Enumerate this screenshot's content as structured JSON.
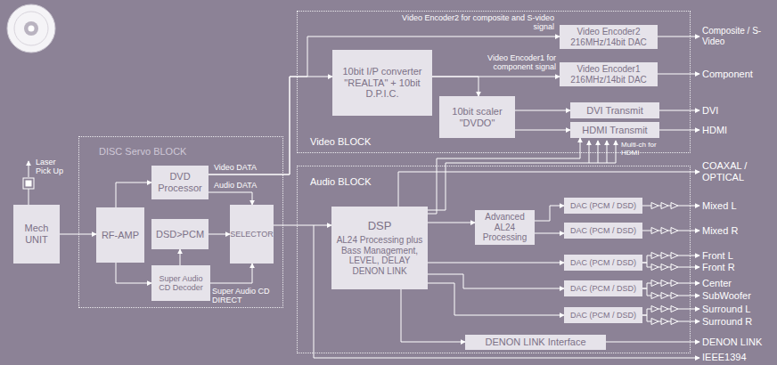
{
  "diagram": {
    "nodes": [
      {
        "text": [
          "DISC Servo BLOCK"
        ]
      },
      {
        "text": [
          "Video BLOCK"
        ]
      },
      {
        "text": [
          "Audio BLOCK"
        ]
      },
      {
        "text": [
          "Mech UNIT"
        ]
      },
      {
        "text": [
          "RF-AMP"
        ],
        "in": 0
      },
      {
        "text": [
          "DVD Processor"
        ],
        "in": 0
      },
      {
        "text": [
          "DSD>PCM"
        ],
        "in": 0
      },
      {
        "text": [
          "Super Audio CD Decoder"
        ],
        "in": 0
      },
      {
        "text": [
          "SELECTOR"
        ],
        "in": 0
      },
      {
        "text": [
          "10bit I/P converter \"REALTA\" + 10bit D.P.I.C."
        ],
        "in": 1
      },
      {
        "text": [
          "Video Encoder2 216MHz/14bit DAC"
        ],
        "in": 1
      },
      {
        "text": [
          "Video Encoder1 216MHz/14bit DAC"
        ],
        "in": 1
      },
      {
        "text": [
          "10bit scaler \"DVDO\""
        ],
        "in": 1
      },
      {
        "text": [
          "DVI Transmit"
        ],
        "in": 1
      },
      {
        "text": [
          "HDMI Transmit"
        ],
        "in": 1
      },
      {
        "text": [
          "DSP",
          "AL24 Processing plus Bass Management, LEVEL, DELAY DENON LINK"
        ],
        "in": 2
      },
      {
        "text": [
          "Advanced AL24 Processing"
        ],
        "in": 2
      },
      {
        "text": [
          "DAC (PCM / DSD)"
        ],
        "in": 2
      },
      {
        "text": [
          "DAC (PCM / DSD)"
        ],
        "in": 2
      },
      {
        "text": [
          "DAC (PCM / DSD)"
        ],
        "in": 2
      },
      {
        "text": [
          "DAC (PCM / DSD)"
        ],
        "in": 2
      },
      {
        "text": [
          "DAC (PCM / DSD)"
        ],
        "in": 2
      },
      {
        "text": [
          "DENON LINK Interface"
        ],
        "in": 2
      }
    ],
    "edges": [
      {
        "from": 3,
        "to": 4,
        "arrow": "to"
      },
      {
        "from": 4,
        "to": 5,
        "arrow": "to"
      },
      {
        "from": 4,
        "to": 7,
        "arrow": "to"
      },
      {
        "from": 7,
        "to": 6,
        "arrow": "to"
      },
      {
        "from": 6,
        "to": 8,
        "arrow": "to"
      },
      {
        "from": 5,
        "to": 8,
        "label": "Audio DATA",
        "arrow": "to"
      },
      {
        "from": 7,
        "to": 8,
        "label": "Super Audio CD DIRECT",
        "arrow": "to"
      },
      {
        "from": 5,
        "to": 9,
        "label": "Video DATA",
        "arrow": "to"
      },
      {
        "from": 5,
        "to": 10,
        "label": "Video Encoder2 for composite and S-video signal",
        "arrow": "to"
      },
      {
        "from": 9,
        "to": 11,
        "label": "Video Encoder1 for component signal",
        "arrow": "to"
      },
      {
        "from": 9,
        "to": 12,
        "arrow": "to"
      },
      {
        "from": 12,
        "to": 13,
        "arrow": "to"
      },
      {
        "from": 12,
        "to": 14,
        "arrow": "to"
      },
      {
        "from": 8,
        "to": 15,
        "arrow": "to"
      },
      {
        "from": 15,
        "to": 14,
        "arrow": "to"
      },
      {
        "from": 15,
        "to": 16,
        "arrow": "to"
      },
      {
        "from": 16,
        "to": 17,
        "arrow": "to"
      },
      {
        "from": 16,
        "to": 18,
        "arrow": "to"
      },
      {
        "from": 15,
        "to": 19,
        "arrow": "to"
      },
      {
        "from": 15,
        "to": 20,
        "arrow": "to"
      },
      {
        "from": 15,
        "to": 21,
        "arrow": "to"
      },
      {
        "from": 15,
        "to": 22,
        "arrow": "to"
      }
    ],
    "labels": [
      "Laser Pick Up",
      "Multi-ch for HDMI",
      "Composite / S-Video",
      "Component",
      "DVI",
      "HDMI",
      "COAXAL / OPTICAL",
      "Mixed L",
      "Mixed R",
      "Front L",
      "Front R",
      "Center",
      "SubWoofer",
      "Surround L",
      "Surround R",
      "DENON LINK",
      "IEEE1394"
    ]
  }
}
